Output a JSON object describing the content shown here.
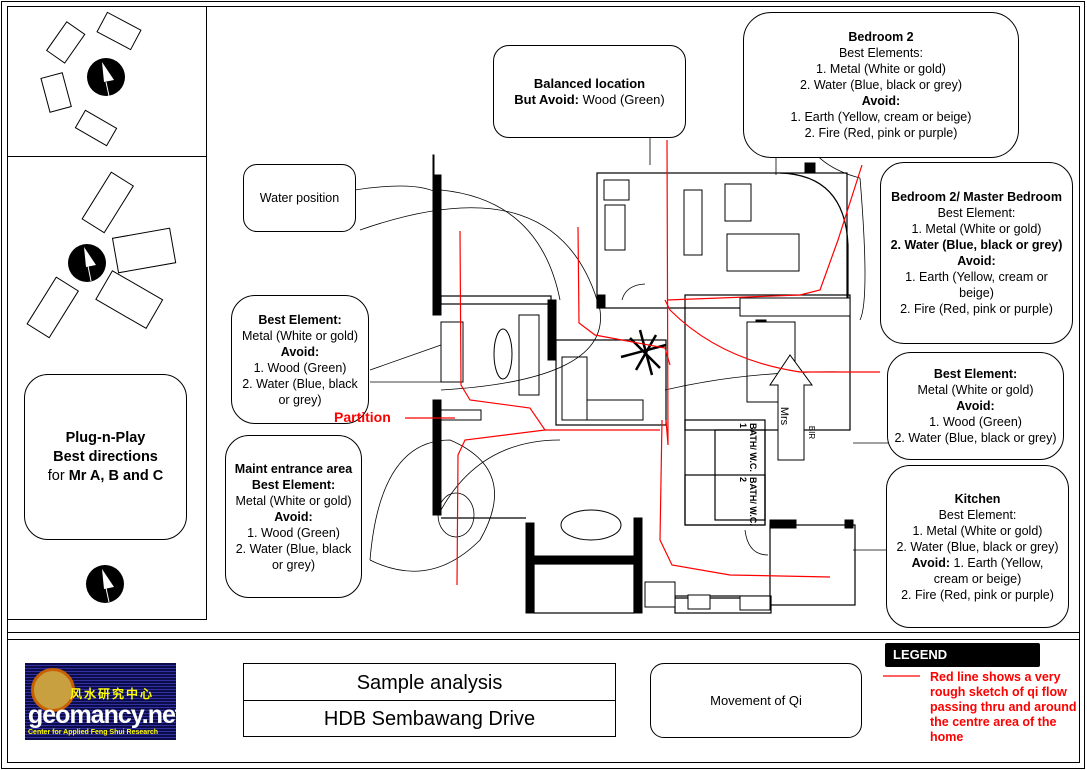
{
  "left_panel": {
    "plug_n_play": {
      "line1": "Plug-n-Play",
      "line2": "Best directions",
      "line3_prefix": "for ",
      "line3_bold": "Mr A, B and C"
    },
    "icons": [
      "desk-set-rotated",
      "north-arrow-icon",
      "bed-set-rotated",
      "north-arrow-icon",
      "north-arrow-icon"
    ]
  },
  "callouts": {
    "water_position": {
      "text": "Water position"
    },
    "balanced": {
      "title": "Balanced location",
      "avoid_label": "But Avoid:",
      "avoid_value": " Wood (Green)"
    },
    "bedroom2": {
      "title": "Bedroom 2",
      "best_label": "Best Elements:",
      "best": [
        "1. Metal (White or gold)",
        "2. Water (Blue, black or grey)"
      ],
      "avoid_label": "Avoid:",
      "avoid": [
        "1. Earth (Yellow, cream or beige)",
        "2. Fire (Red, pink or purple)"
      ]
    },
    "master_bedroom": {
      "title": "Bedroom 2/ Master Bedroom",
      "best_label": "Best Element:",
      "best1": "1. Metal (White or gold)",
      "best2_bold": "2. Water (Blue, black or grey) Avoid:",
      "avoid": [
        "1. Earth (Yellow, cream or beige)",
        "2. Fire (Red, pink or purple)"
      ]
    },
    "living_left": {
      "title": "Best Element:",
      "best": "Metal (White or gold)",
      "avoid_label": "Avoid:",
      "avoid": [
        "1. Wood (Green)",
        "2. Water (Blue, black or grey)"
      ]
    },
    "maint_entrance": {
      "title": "Maint entrance area",
      "best_label": "Best Element:",
      "best": "Metal (White or gold)",
      "avoid_label": "Avoid:",
      "avoid": [
        "1. Wood (Green)",
        "2. Water (Blue, black or grey)"
      ]
    },
    "right_mid": {
      "title": "Best Element:",
      "best": "Metal (White or gold)",
      "avoid_label": "Avoid:",
      "avoid": [
        "1. Wood (Green)",
        "2. Water (Blue, black or grey)"
      ]
    },
    "kitchen": {
      "title": "Kitchen",
      "best_label": "Best Element:",
      "best": [
        "1. Metal (White or gold)",
        "2. Water (Blue, black or grey)"
      ],
      "avoid_label": "Avoid:",
      "avoid_first": " 1. Earth (Yellow, cream or beige)",
      "avoid_second": "2. Fire (Red, pink or purple)"
    }
  },
  "plan_labels": {
    "partition": "Partition",
    "mrs": "Mrs",
    "bath1": "BATH/ W.C. 1",
    "bath2": "BATH/ W.C. 2",
    "bir": "BIR"
  },
  "title_block": {
    "line1": "Sample analysis",
    "line2": "HDB Sembawang Drive",
    "movement": "Movement of Qi"
  },
  "logo": {
    "chinese": "风水研究中心",
    "brand": "geomancy.net",
    "tagline": "Center for Applied Feng Shui Research"
  },
  "legend": {
    "heading": "LEGEND",
    "text": "Red line shows a very rough sketch of qi flow passing thru and around the centre area of the home"
  },
  "colors": {
    "qi_line": "#ff0000",
    "ink": "#000000",
    "logo_text": "#ffff00"
  }
}
